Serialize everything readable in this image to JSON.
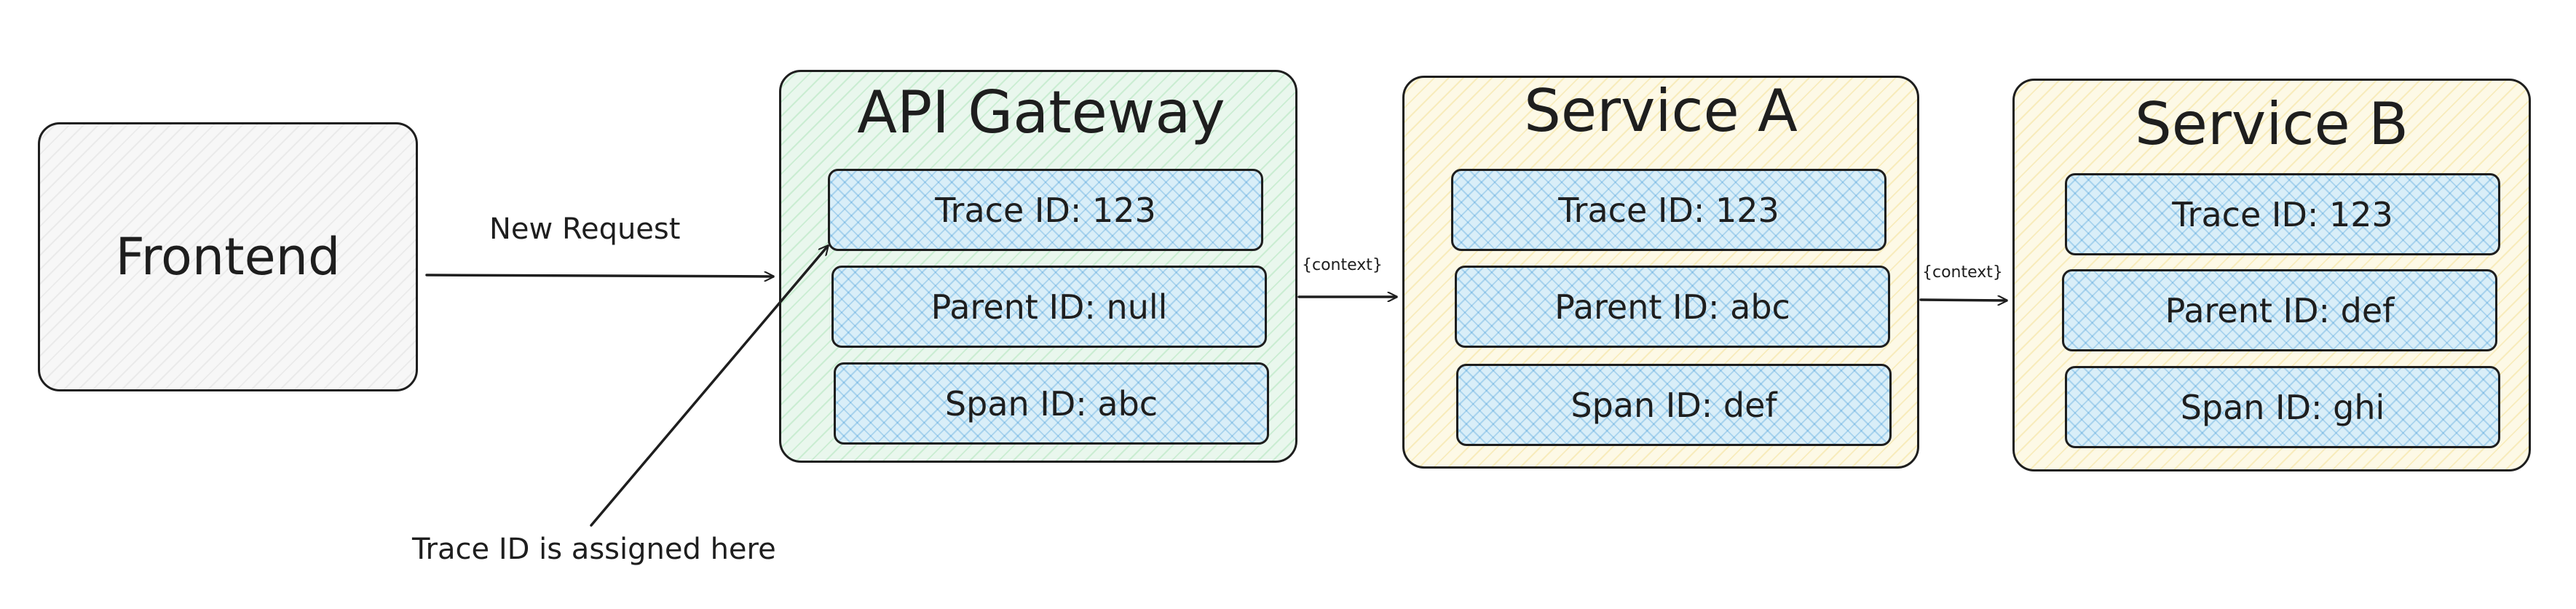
{
  "frontend": {
    "label": "Frontend"
  },
  "gateway": {
    "title": "API Gateway",
    "fields": [
      "Trace ID: 123",
      "Parent ID: null",
      "Span ID: abc"
    ]
  },
  "service_a": {
    "title": "Service A",
    "fields": [
      "Trace ID: 123",
      "Parent ID: abc",
      "Span ID: def"
    ]
  },
  "service_b": {
    "title": "Service B",
    "fields": [
      "Trace ID: 123",
      "Parent ID: def",
      "Span ID: ghi"
    ]
  },
  "edges": {
    "frontend_to_gateway": "New Request",
    "gateway_to_a": "{context}",
    "a_to_b": "{context}"
  },
  "annotation": "Trace ID is assigned here",
  "colors": {
    "stroke": "#1e1e1e",
    "gateway_fill": "#e9f7ed",
    "service_fill": "#fdf9e6",
    "field_fill": "#d9eef8",
    "frontend_fill": "#f7f7f7"
  }
}
